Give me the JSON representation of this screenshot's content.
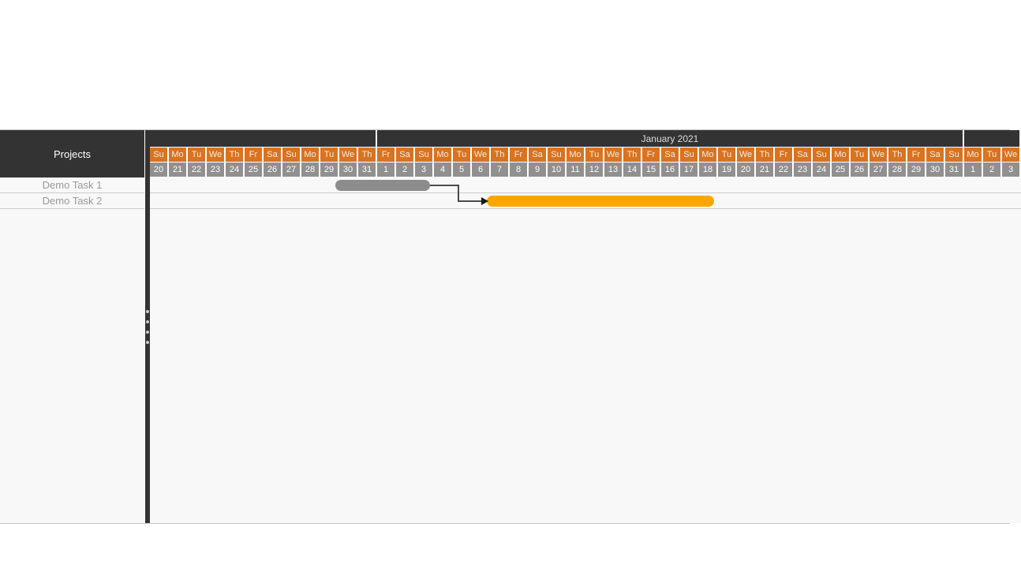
{
  "gantt": {
    "left_panel": {
      "header": "Projects",
      "rows": [
        "Demo Task 1",
        "Demo Task 2"
      ]
    },
    "timeline": {
      "months": [
        {
          "label": "",
          "days": 12
        },
        {
          "label": "January 2021",
          "days": 31
        },
        {
          "label": "",
          "days": 3
        }
      ],
      "days": [
        {
          "dow": "Su",
          "num": "20"
        },
        {
          "dow": "Mo",
          "num": "21"
        },
        {
          "dow": "Tu",
          "num": "22"
        },
        {
          "dow": "We",
          "num": "23"
        },
        {
          "dow": "Th",
          "num": "24"
        },
        {
          "dow": "Fr",
          "num": "25"
        },
        {
          "dow": "Sa",
          "num": "26"
        },
        {
          "dow": "Su",
          "num": "27"
        },
        {
          "dow": "Mo",
          "num": "28"
        },
        {
          "dow": "Tu",
          "num": "29"
        },
        {
          "dow": "We",
          "num": "30"
        },
        {
          "dow": "Th",
          "num": "31"
        },
        {
          "dow": "Fr",
          "num": "1"
        },
        {
          "dow": "Sa",
          "num": "2"
        },
        {
          "dow": "Su",
          "num": "3"
        },
        {
          "dow": "Mo",
          "num": "4"
        },
        {
          "dow": "Tu",
          "num": "5"
        },
        {
          "dow": "We",
          "num": "6"
        },
        {
          "dow": "Th",
          "num": "7"
        },
        {
          "dow": "Fr",
          "num": "8"
        },
        {
          "dow": "Sa",
          "num": "9"
        },
        {
          "dow": "Su",
          "num": "10"
        },
        {
          "dow": "Mo",
          "num": "11"
        },
        {
          "dow": "Tu",
          "num": "12"
        },
        {
          "dow": "We",
          "num": "13"
        },
        {
          "dow": "Th",
          "num": "14"
        },
        {
          "dow": "Fr",
          "num": "15"
        },
        {
          "dow": "Sa",
          "num": "16"
        },
        {
          "dow": "Su",
          "num": "17"
        },
        {
          "dow": "Mo",
          "num": "18"
        },
        {
          "dow": "Tu",
          "num": "19"
        },
        {
          "dow": "We",
          "num": "20"
        },
        {
          "dow": "Th",
          "num": "21"
        },
        {
          "dow": "Fr",
          "num": "22"
        },
        {
          "dow": "Sa",
          "num": "23"
        },
        {
          "dow": "Su",
          "num": "24"
        },
        {
          "dow": "Mo",
          "num": "25"
        },
        {
          "dow": "Tu",
          "num": "26"
        },
        {
          "dow": "We",
          "num": "27"
        },
        {
          "dow": "Th",
          "num": "28"
        },
        {
          "dow": "Fr",
          "num": "29"
        },
        {
          "dow": "Sa",
          "num": "30"
        },
        {
          "dow": "Su",
          "num": "31"
        },
        {
          "dow": "Mo",
          "num": "1"
        },
        {
          "dow": "Tu",
          "num": "2"
        },
        {
          "dow": "We",
          "num": "3"
        }
      ]
    },
    "tasks": [
      {
        "label": "Demo Task 1",
        "bar": {
          "start_day_index": 9.8,
          "duration_days": 5,
          "color": "#8c8c8c"
        }
      },
      {
        "label": "Demo Task 2",
        "bar": {
          "start_day_index": 17.8,
          "duration_days": 12,
          "color": "#ffa500"
        }
      }
    ],
    "dependency": {
      "from": "Demo Task 1",
      "to": "Demo Task 2"
    },
    "colors": {
      "header_dark": "#333333",
      "weekday_cell": "#d9731f",
      "daynumber_cell": "#909090",
      "bar_gray": "#8c8c8c",
      "bar_orange": "#ffa500",
      "row_text": "#999999",
      "grid_border": "#cccccc",
      "panel_background": "#f8f8f8",
      "dependency_line": "#4a4a4a"
    }
  },
  "chart_data": {
    "type": "gantt",
    "timeline_start": "2020-12-20",
    "timeline_end": "2021-02-03",
    "visible_month_label": "January 2021",
    "tasks": [
      {
        "name": "Demo Task 1",
        "start": "2020-12-30",
        "end": "2021-01-03",
        "color": "#8c8c8c"
      },
      {
        "name": "Demo Task 2",
        "start": "2021-01-07",
        "end": "2021-01-19",
        "color": "#ffa500"
      }
    ],
    "dependencies": [
      {
        "from": "Demo Task 1",
        "to": "Demo Task 2"
      }
    ]
  }
}
